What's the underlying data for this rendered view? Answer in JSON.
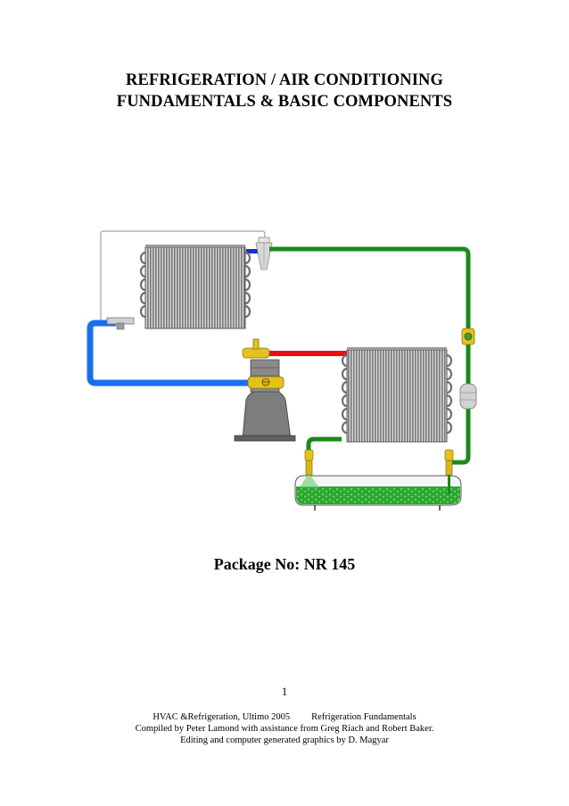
{
  "title": {
    "line1": "REFRIGERATION / AIR CONDITIONING",
    "line2": "FUNDAMENTALS & BASIC COMPONENTS"
  },
  "package_label": "Package No: NR 145",
  "page_number": "1",
  "footer": {
    "left": "HVAC &Refrigeration, Ultimo 2005",
    "right": "Refrigeration Fundamentals",
    "line2": "Compiled by Peter Lamond with assistance from Greg Riach and Robert Baker.",
    "line3": "Editing and computer generated graphics by D. Magyar"
  },
  "colors": {
    "suction_line": "#1e78ff",
    "discharge_line": "#e81010",
    "liquid_line": "#1a8a1a",
    "liquid_refrigerant": "#22a62a",
    "coil_fins": "#8a8a8a",
    "compressor": "#7d7d7d",
    "valve_brass": "#e6c21a"
  }
}
